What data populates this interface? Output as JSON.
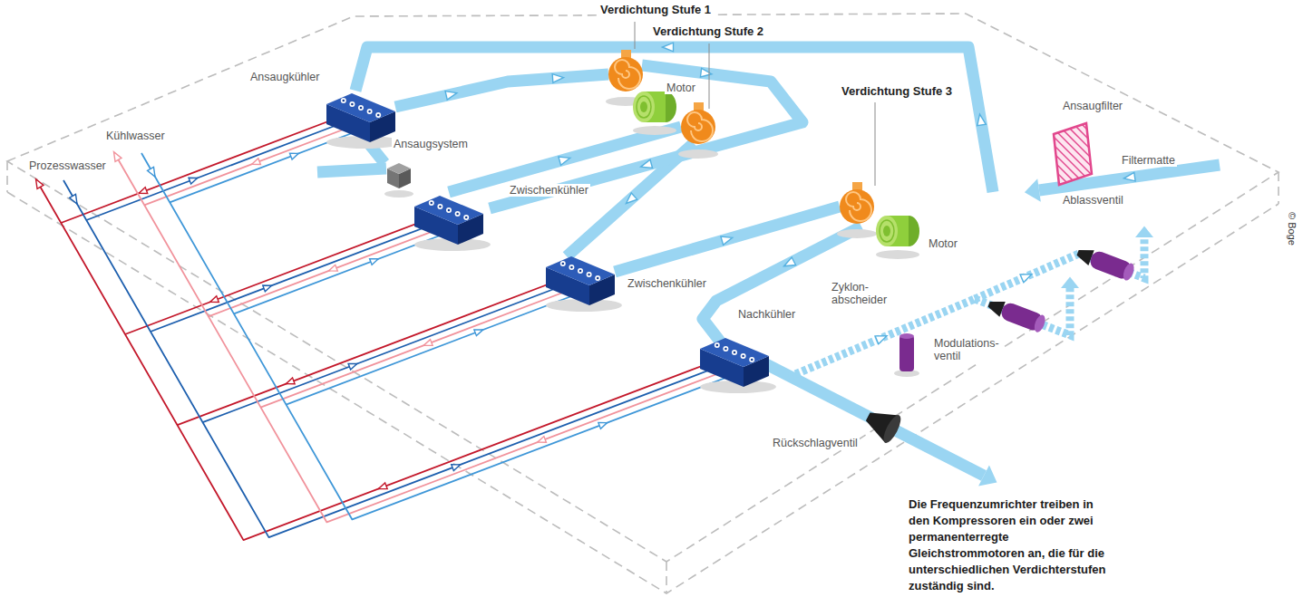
{
  "diagram": {
    "caption": "Die Frequenzumrichter treiben in den Kompressoren ein oder zwei permanenterregte Gleichstrommotoren an, die für die unterschiedlichen Verdichterstufen zuständig sind.",
    "labels": [
      "Verdichtung Stufe 1",
      "Verdichtung Stufe 2",
      "Motor",
      "Ansaugkühler",
      "Verdichtung Stufe 3",
      "Ansaugfilter",
      "Kühlwasser",
      "Ansaugsystem",
      "Prozesswasser",
      "Filtermatte",
      "Zwischenkühler",
      "© Boge",
      "Ablassventil",
      "Motor",
      "Zwischenkühler",
      "Zyklon- abscheider",
      "Modulations- ventil",
      "Nachkühler",
      "Rückschlagventil"
    ]
  }
}
